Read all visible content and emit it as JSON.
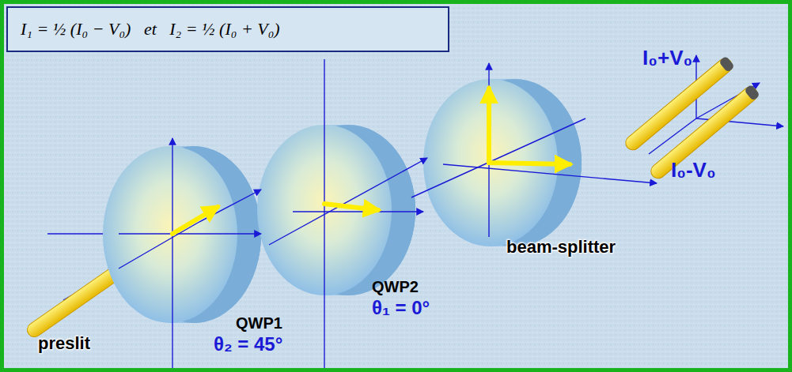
{
  "diagram": {
    "nodes": [
      {
        "text": [
          "I₁ = ½ (I₀ − V₀)   et   I₂ = ½ (I₀ + V₀)"
        ]
      }
    ],
    "labels": [
      "preslit",
      "QWP1",
      "θ₂ = 45°",
      "QWP2",
      "θ₁ = 0°",
      "beam-splitter",
      "I₀+V₀",
      "I₀-V₀"
    ]
  }
}
